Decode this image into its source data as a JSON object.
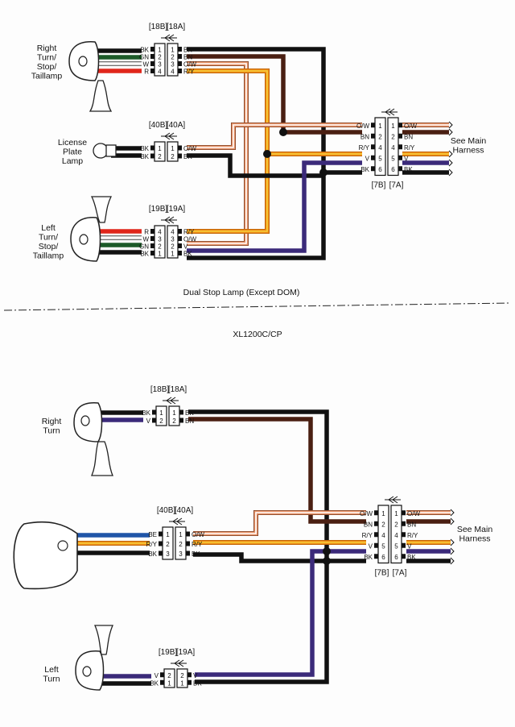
{
  "colors": {
    "BK": "#111111",
    "BN": "#4a1f12",
    "R": "#e0261b",
    "GN": "#1c5a28",
    "W": "#d8d8d8",
    "V": "#3b2a7a",
    "BE": "#1f55a8",
    "OW_base": "#e8956a",
    "OW_stripe": "#ffffff",
    "RY_base": "#f08d1a",
    "RY_stripe": "#f6d23a"
  },
  "top": {
    "right_lamp_label": [
      "Right",
      "Turn/",
      "Stop/",
      "Taillamp"
    ],
    "license_label": [
      "License",
      "Plate",
      "Lamp"
    ],
    "left_lamp_label": [
      "Left",
      "Turn/",
      "Stop/",
      "Taillamp"
    ],
    "c18": {
      "b": "[18B]",
      "a": "[18A]",
      "left_wires": [
        "BK",
        "GN",
        "W",
        "R"
      ],
      "pins": [
        "1",
        "2",
        "3",
        "4"
      ],
      "right_wires": [
        "BK",
        "BN",
        "O/W",
        "R/Y"
      ]
    },
    "c40": {
      "b": "[40B]",
      "a": "[40A]",
      "left_wires": [
        "BK",
        "BK"
      ],
      "pins": [
        "1",
        "2"
      ],
      "right_wires": [
        "O/W",
        "BK"
      ]
    },
    "c19": {
      "b": "[19B]",
      "a": "[19A]",
      "left_wires": [
        "R",
        "W",
        "GN",
        "BK"
      ],
      "pins": [
        "4",
        "3",
        "2",
        "1"
      ],
      "right_wires": [
        "R/Y",
        "O/W",
        "V",
        "BK"
      ]
    },
    "c7": {
      "b": "[7B]",
      "a": "[7A]",
      "left_wires": [
        "O/W",
        "BN",
        "R/Y",
        "V",
        "BK"
      ],
      "pins": [
        "1",
        "2",
        "4",
        "5",
        "6"
      ],
      "right_wires": [
        "O/W",
        "BN",
        "R/Y",
        "V",
        "BK"
      ]
    },
    "main_harness": [
      "See Main",
      "Harness"
    ],
    "caption": "Dual Stop Lamp (Except DOM)"
  },
  "bottom": {
    "model": "XL1200C/CP",
    "right_label": [
      "Right",
      "Turn"
    ],
    "left_label": [
      "Left",
      "Turn"
    ],
    "c18": {
      "b": "[18B]",
      "a": "[18A]",
      "left_wires": [
        "BK",
        "V"
      ],
      "pins": [
        "1",
        "2"
      ],
      "right_wires": [
        "BK",
        "BN"
      ]
    },
    "c40": {
      "b": "[40B]",
      "a": "[40A]",
      "left_wires": [
        "BE",
        "R/Y",
        "BK"
      ],
      "pins": [
        "1",
        "2",
        "3"
      ],
      "right_wires": [
        "O/W",
        "R/Y",
        "BK"
      ]
    },
    "c19": {
      "b": "[19B]",
      "a": "[19A]",
      "left_wires": [
        "V",
        "BK"
      ],
      "pins": [
        "2",
        "1"
      ],
      "right_wires": [
        "V",
        "BK"
      ]
    },
    "c7": {
      "b": "[7B]",
      "a": "[7A]",
      "left_wires": [
        "O/W",
        "BN",
        "R/Y",
        "V",
        "BK"
      ],
      "pins": [
        "1",
        "2",
        "4",
        "5",
        "6"
      ],
      "right_wires": [
        "O/W",
        "BN",
        "R/Y",
        "V",
        "BK"
      ]
    },
    "main_harness": [
      "See Main",
      "Harness"
    ]
  }
}
